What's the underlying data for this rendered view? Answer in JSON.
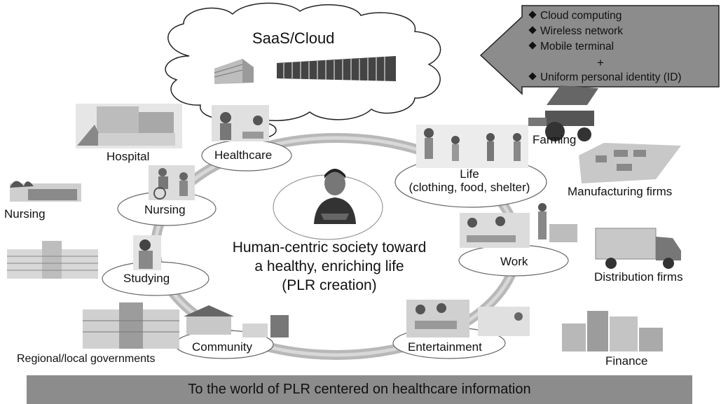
{
  "cloud": {
    "title": "SaaS/Cloud"
  },
  "features": [
    "Cloud computing",
    "Wireless network",
    "Mobile terminal",
    "+",
    "Uniform personal identity (ID)"
  ],
  "center": {
    "line1": "Human-centric society toward",
    "line2": "a healthy, enriching life",
    "line3": "(PLR creation)"
  },
  "nodes": {
    "healthcare": "Healthcare",
    "nursing": "Nursing",
    "studying": "Studying",
    "community": "Community",
    "entertainment": "Entertainment",
    "work": "Work",
    "life_line1": "Life",
    "life_line2": "(clothing, food, shelter)"
  },
  "outer": {
    "hospital": "Hospital",
    "nursing": "Nursing",
    "regional": "Regional/local governments",
    "farming": "Farming",
    "manufacturing": "Manufacturing firms",
    "distribution": "Distribution firms",
    "finance": "Finance"
  },
  "footer": "To the world of PLR centered on healthcare information"
}
